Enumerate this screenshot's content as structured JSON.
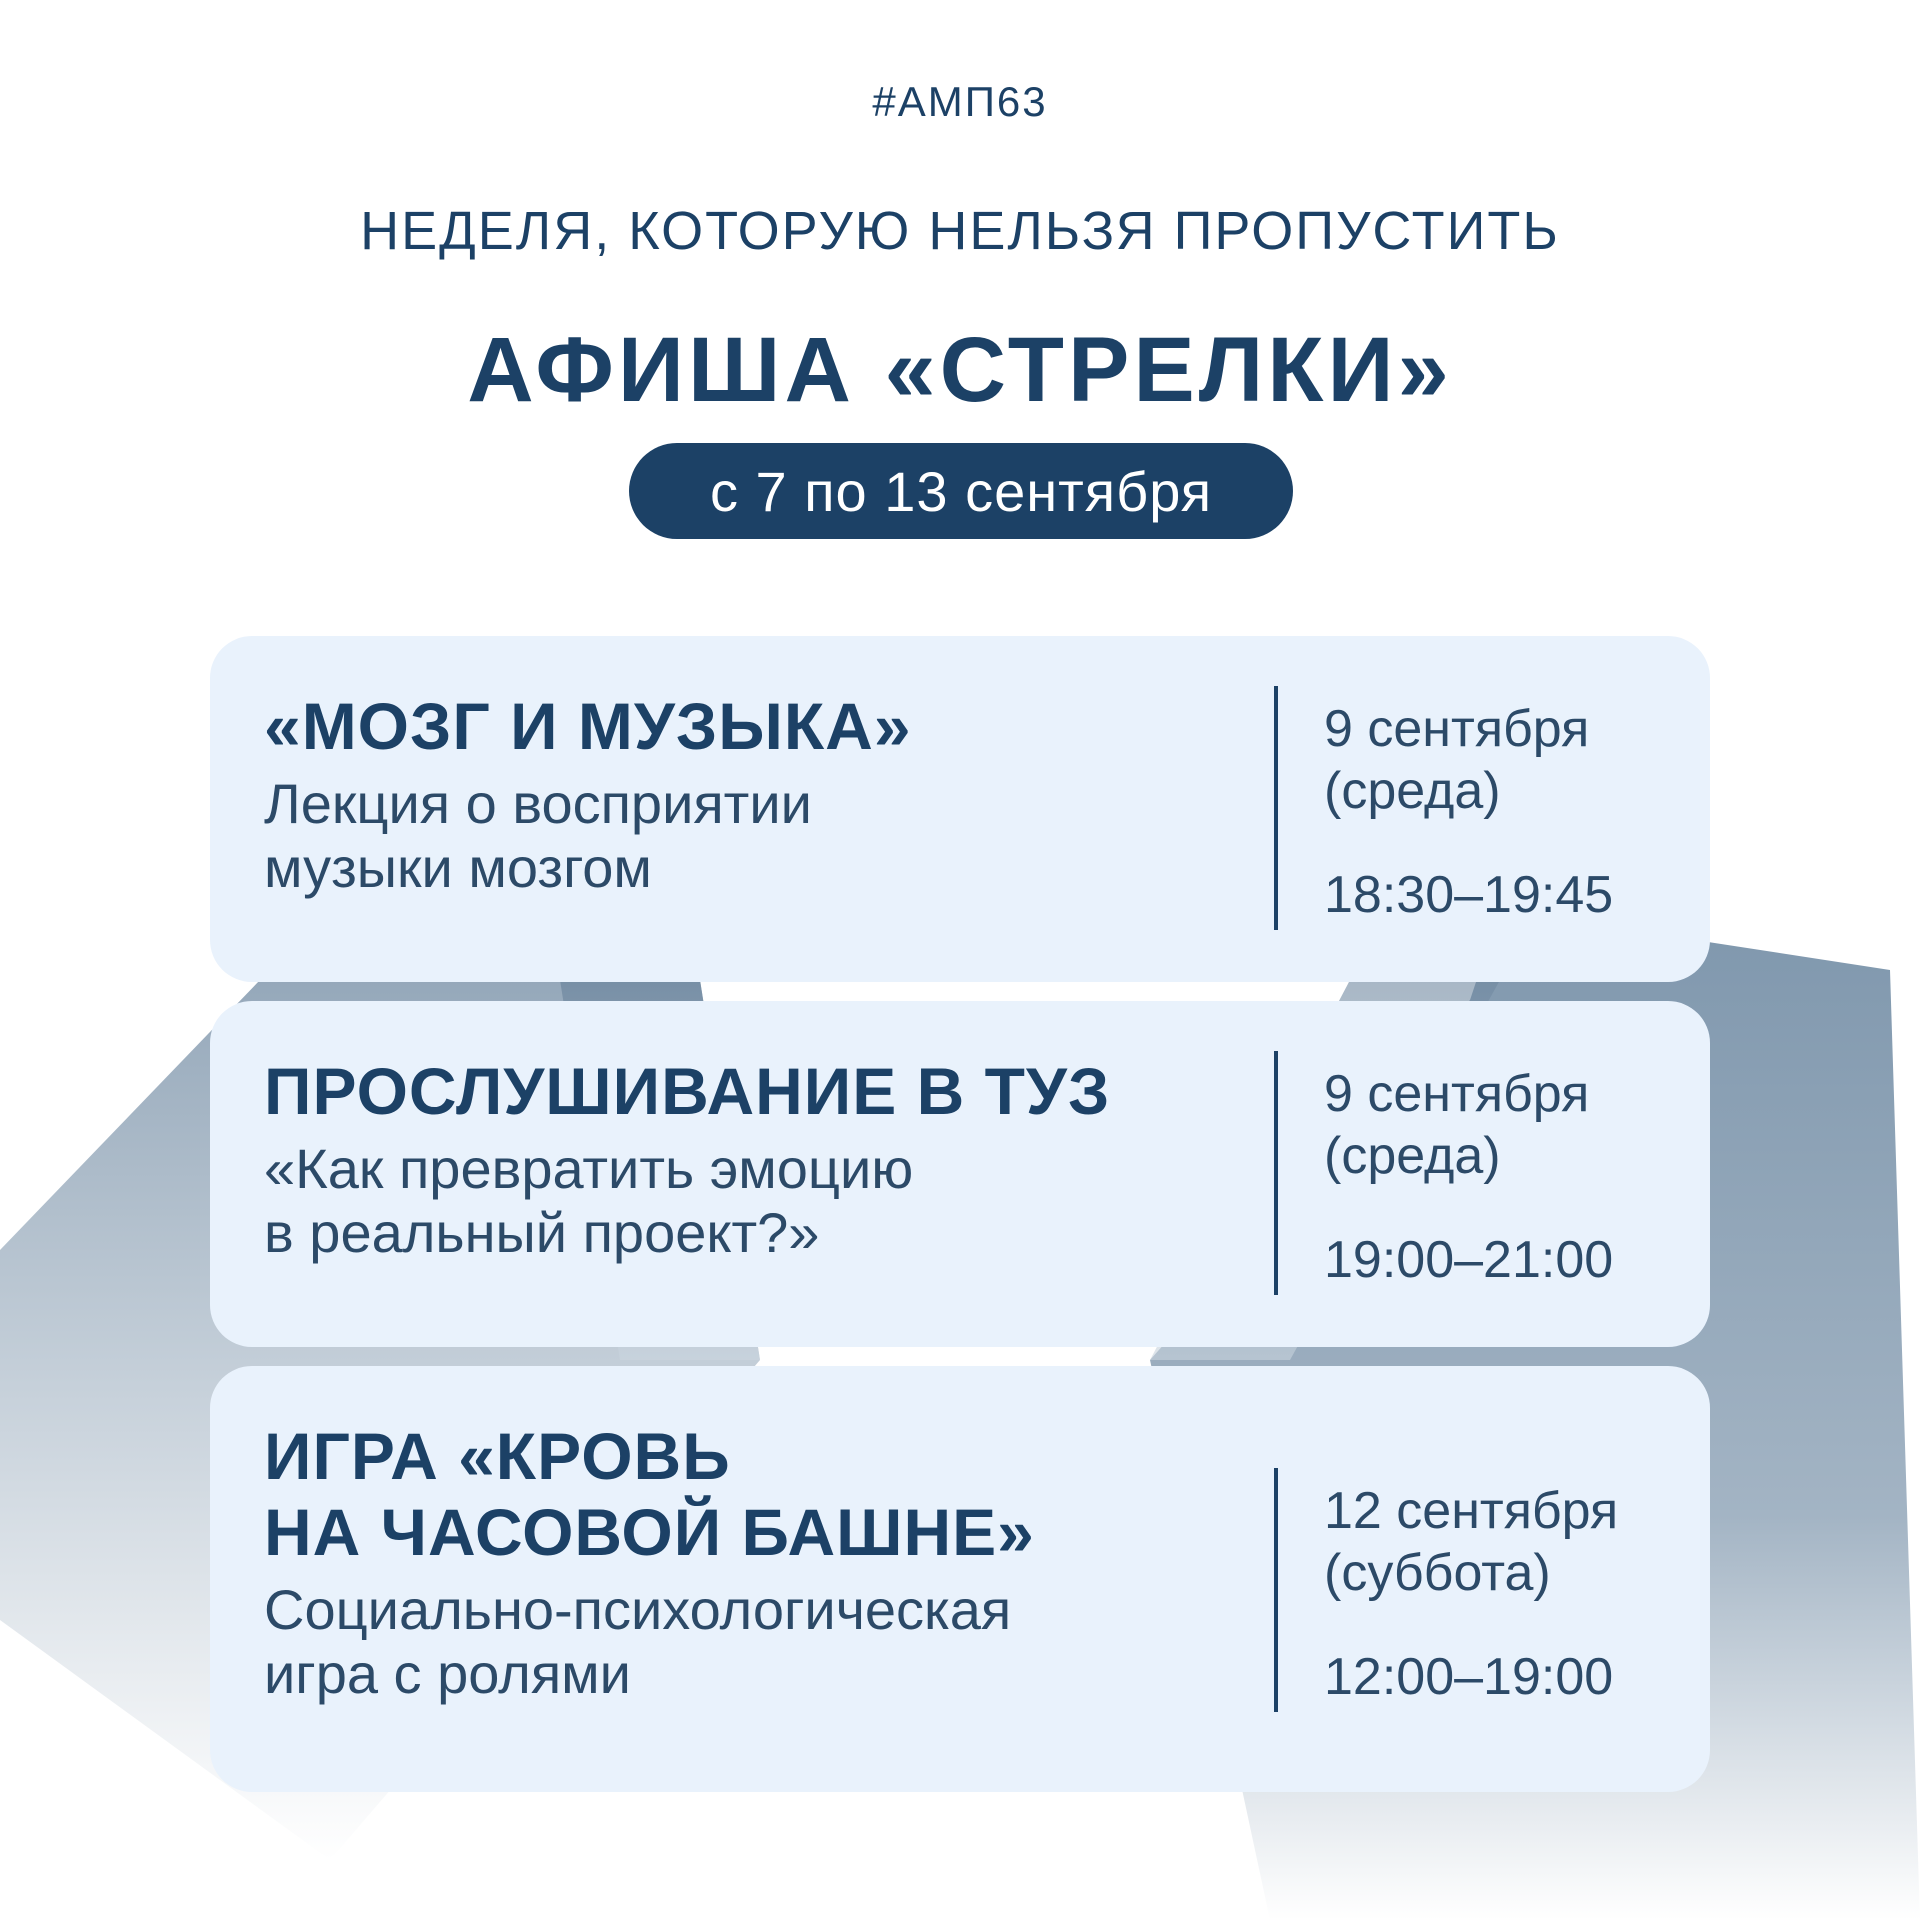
{
  "header": {
    "hashtag": "#АМП63",
    "subtitle": "НЕДЕЛЯ, КОТОРУЮ НЕЛЬЗЯ ПРОПУСТИТЬ",
    "title": "АФИША «СТРЕЛКИ»",
    "date_range": "с 7 по 13 сентября"
  },
  "events": [
    {
      "title": "«МОЗГ И МУЗЫКА»",
      "description": "Лекция о восприятии\nмузыки мозгом",
      "date": "9 сентября\n(среда)",
      "time": "18:30–19:45"
    },
    {
      "title": "ПРОСЛУШИВАНИЕ В ТУЗ",
      "description": "«Как превратить эмоцию\nв реальный проект?»",
      "date": "9 сентября\n(среда)",
      "time": "19:00–21:00"
    },
    {
      "title": "ИГРА «КРОВЬ\nНА ЧАСОВОЙ БАШНЕ»",
      "description": "Социально-психологическая\nигра с ролями",
      "date": "12 сентября\n(суббота)",
      "time": "12:00–19:00"
    }
  ],
  "colors": {
    "primary": "#1c4166",
    "card_background": "#e9f2fc",
    "page_background": "#ffffff"
  }
}
